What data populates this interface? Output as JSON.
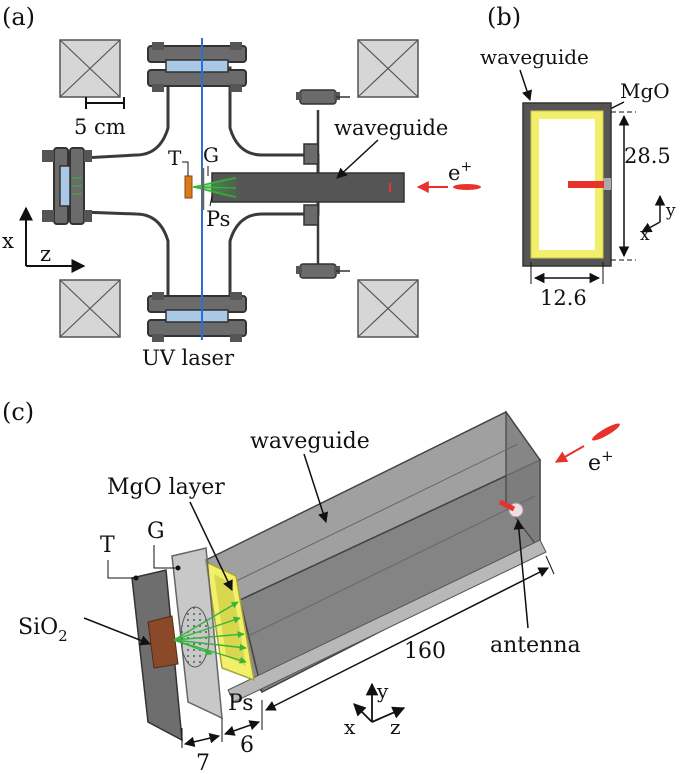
{
  "panel_a": {
    "tag": "(a)",
    "scale_label": "5 cm",
    "target_label": "T",
    "grid_label": "G",
    "ps_label": "Ps",
    "waveguide_label": "waveguide",
    "positron_label": "e",
    "positron_sup": "+",
    "laser_label": "UV laser",
    "axis_x": "x",
    "axis_z": "z"
  },
  "panel_b": {
    "tag": "(b)",
    "waveguide_label": "waveguide",
    "mgo_label": "MgO",
    "height_dim": "28.5",
    "width_dim": "12.6",
    "axis_x": "x",
    "axis_y": "y"
  },
  "panel_c": {
    "tag": "(c)",
    "waveguide_label": "waveguide",
    "mgo_layer_label": "MgO layer",
    "target_label": "T",
    "grid_label": "G",
    "sio2_label": "SiO",
    "sio2_sub": "2",
    "length_dim": "160",
    "antenna_label": "antenna",
    "ps_label": "Ps",
    "gap1_dim": "7",
    "gap2_dim": "6",
    "positron_label": "e",
    "positron_sup": "+",
    "axis_x": "x",
    "axis_y": "y",
    "axis_z": "z"
  },
  "colors": {
    "chamber_fill": "#ffffff",
    "chamber_stroke": "#3a3a3a",
    "flange_fill": "#6b6b6b",
    "window_fill": "#a9c8e6",
    "waveguide_fill": "#555555",
    "mgo_yellow": "#f2ef6a",
    "laser_blue": "#2b6fd6",
    "positron_red": "#e8322c",
    "ps_green": "#35b53a",
    "target_orange": "#d97a1c",
    "magnet_fill": "#d6d6d6"
  }
}
